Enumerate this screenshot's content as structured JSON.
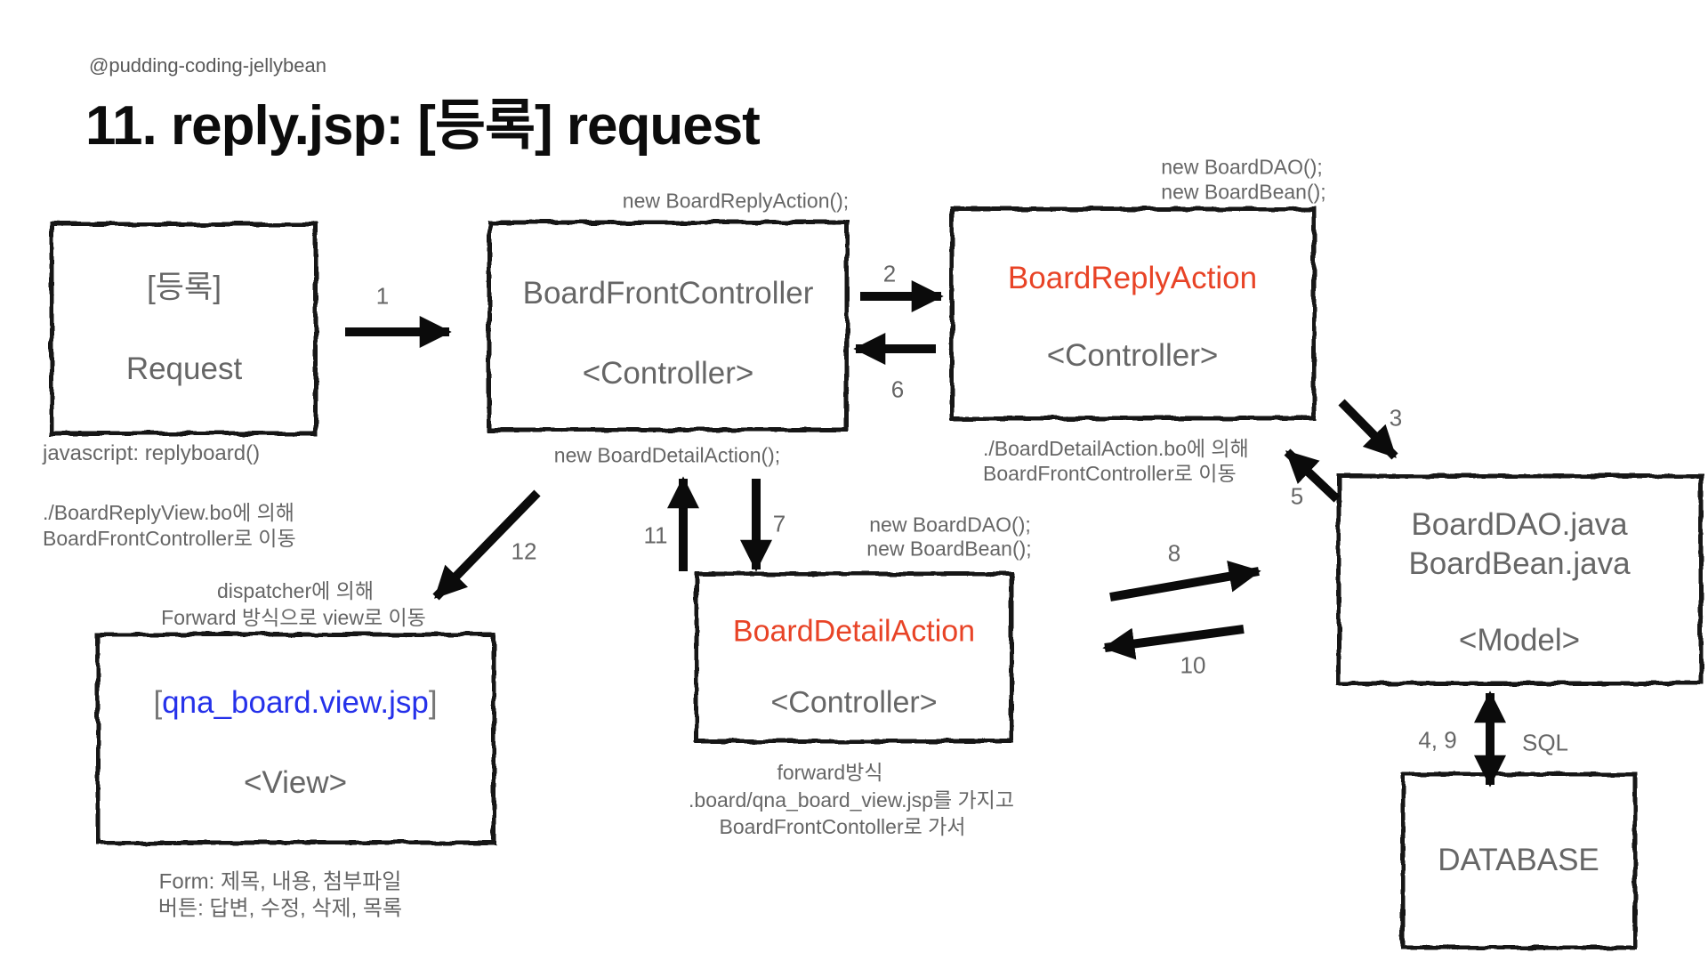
{
  "page": {
    "handle": "@pudding-coding-jellybean",
    "title": "11. reply.jsp: [등록] request"
  },
  "colors": {
    "accent_red": "#e84326",
    "accent_blue": "#2531ea",
    "text_gray": "#666666",
    "ink": "#0c0c0c"
  },
  "boxes": {
    "request": {
      "title": "[등록]",
      "subtitle": "Request"
    },
    "front_controller": {
      "title": "BoardFrontController",
      "subtitle": "<Controller>"
    },
    "reply_action": {
      "title": "BoardReplyAction",
      "subtitle": "<Controller>"
    },
    "model": {
      "line1": "BoardDAO.java",
      "line2": "BoardBean.java",
      "subtitle": "<Model>"
    },
    "detail_action": {
      "title": "BoardDetailAction",
      "subtitle": "<Controller>"
    },
    "view": {
      "bracket_open": "[",
      "title": "qna_board.view.jsp",
      "bracket_close": "]",
      "subtitle": "<View>"
    },
    "database": {
      "title": "DATABASE"
    }
  },
  "annotations": {
    "new_reply_action": "new BoardReplyAction();",
    "new_detail_action": "new BoardDetailAction();",
    "new_dao_bean_top": [
      "new BoardDAO();",
      "new BoardBean();"
    ],
    "new_dao_bean_mid": [
      "new BoardDAO();",
      "new BoardBean();"
    ],
    "javascript_replyboard": "javascript: replyboard()",
    "reply_view_bo": [
      "./BoardReplyView.bo에 의해",
      "BoardFrontController로 이동"
    ],
    "detail_action_bo": [
      "./BoardDetailAction.bo에 의해",
      "BoardFrontController로 이동"
    ],
    "dispatcher_note": [
      "dispatcher에 의해",
      "Forward 방식으로 view로 이동"
    ],
    "forward_note": [
      "forward방식",
      ".board/qna_board_view.jsp를 가지고",
      "BoardFrontContoller로 가서"
    ],
    "form_note": [
      "Form: 제목, 내용, 첨부파일",
      "버튼: 답변, 수정, 삭제, 목록"
    ],
    "sql_label": "SQL",
    "db_steps": "4, 9"
  },
  "steps": {
    "s1": "1",
    "s2": "2",
    "s3": "3",
    "s5": "5",
    "s6": "6",
    "s7": "7",
    "s8": "8",
    "s10": "10",
    "s11": "11",
    "s12": "12"
  }
}
